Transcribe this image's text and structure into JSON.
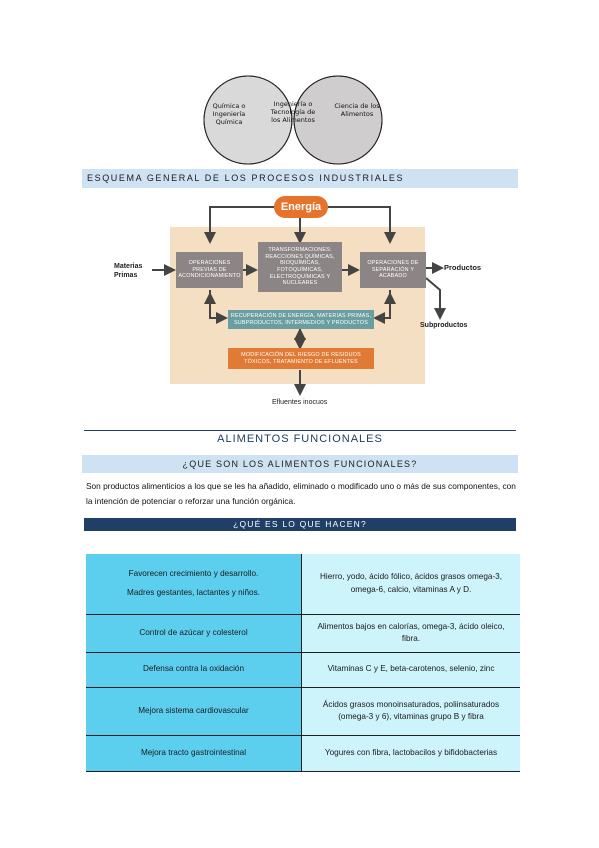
{
  "venn": {
    "left": "Química o Ingeniería Química",
    "center": "Ingeniería o Tecnología de los Alimentos",
    "right": "Ciencia de los Alimentos"
  },
  "section1": {
    "title": "ESQUEMA GENERAL DE LOS PROCESOS INDUSTRIALES"
  },
  "diagram": {
    "energy": "Energía",
    "raw": "Materias Primas",
    "pre_ops": "OPERACIONES PREVIAS DE ACONDICIONAMIENTO",
    "transform": "TRANSFORMACIONES: REACCIONES QUÍMICAS, BIOQUÍMICAS, FOTOQUÍMICAS, ELECTROQUÍMICAS Y NUCLEARES",
    "sep_ops": "OPERACIONES DE SEPARACIÓN Y ACABADO",
    "products": "Productos",
    "byproducts": "Subproductos",
    "recovery": "RECUPERACIÓN DE ENERGÍA, MATERIAS PRIMAS, SUBPRODUCTOS, INTERMEDIOS Y PRODUCTOS",
    "waste": "MODIFICACIÓN DEL RIESGO DE RESIDUOS TÓXICOS, TRATAMIENTO DE EFLUENTES",
    "effluents": "Efluentes inocuos",
    "colors": {
      "energy": "#e5732b",
      "box": "#8c8585",
      "recovery": "#6a9ea0",
      "waste": "#e07a35",
      "panel": "#f4dfc2"
    }
  },
  "section2": {
    "title": "ALIMENTOS FUNCIONALES"
  },
  "question1": {
    "title": "¿QUE SON LOS ALIMENTOS FUNCIONALES?",
    "text": "Son productos alimenticios a los que se les ha añadido, eliminado o modificado uno o más de sus componentes, con la intención de potenciar o reforzar una función orgánica."
  },
  "question2": {
    "title": "¿QUÉ ES LO QUE HACEN?"
  },
  "table": {
    "rows": [
      {
        "effect": [
          "Favorecen crecimiento y desarrollo.",
          "Madres gestantes, lactantes y niños."
        ],
        "nutrients": "Hierro, yodo, ácido fólico, ácidos grasos omega-3, omega-6, calcio, vitaminas A y D."
      },
      {
        "effect": [
          "Control de azúcar y colesterol"
        ],
        "nutrients": "Alimentos bajos en calorías, omega-3, ácido oleico, fibra."
      },
      {
        "effect": [
          "Defensa contra la oxidación"
        ],
        "nutrients": "Vitaminas C y E, beta-carotenos, selenio, zinc"
      },
      {
        "effect": [
          "Mejora sistema cardiovascular"
        ],
        "nutrients": "Ácidos grasos monoinsaturados, poliinsaturados (omega-3 y 6), vitaminas grupo B y fibra"
      },
      {
        "effect": [
          "Mejora tracto gastrointestinal"
        ],
        "nutrients": "Yogures con fibra, lactobacilos y bifidobacterias"
      }
    ]
  }
}
